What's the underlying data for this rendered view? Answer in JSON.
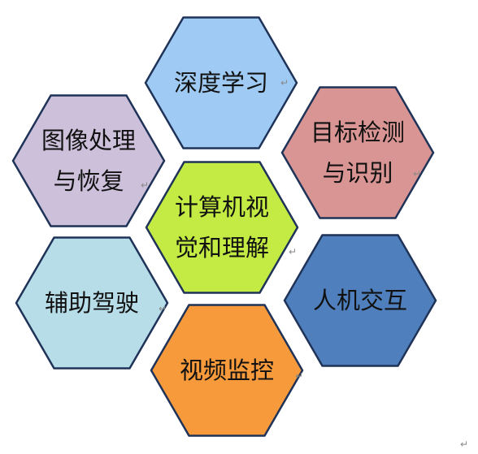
{
  "diagram": {
    "nodes": [
      {
        "id": "deep-learning",
        "lines": [
          "深度学习"
        ],
        "fill": "#9fcaf3"
      },
      {
        "id": "object-detection",
        "lines": [
          "目标检测",
          "与识别"
        ],
        "fill": "#d99593"
      },
      {
        "id": "human-computer-interaction",
        "lines": [
          "人机交互"
        ],
        "fill": "#4f80bd"
      },
      {
        "id": "video-surveillance",
        "lines": [
          "视频监控"
        ],
        "fill": "#f79a3c"
      },
      {
        "id": "driver-assistance",
        "lines": [
          "辅助驾驶"
        ],
        "fill": "#b7dde8"
      },
      {
        "id": "image-processing",
        "lines": [
          "图像处理",
          "与恢复"
        ],
        "fill": "#ccc0da"
      },
      {
        "id": "computer-vision",
        "lines": [
          "计算机视",
          "觉和理解"
        ],
        "fill": "#c3eb44"
      }
    ],
    "paragraph_mark": "↵",
    "footer_mark": "↵"
  }
}
